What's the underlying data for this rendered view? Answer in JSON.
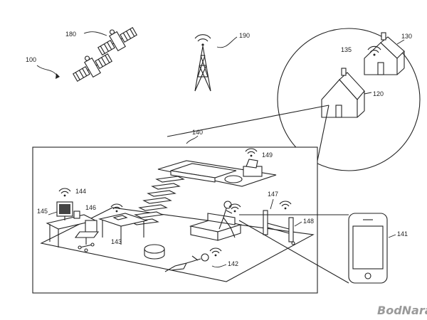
{
  "labels": {
    "system": "100",
    "house_main": "120",
    "house_remote": "130",
    "wifi_remote": "135",
    "home_interior": "140",
    "phone": "141",
    "person_floor": "142",
    "desk_small": "143",
    "wifi_desk": "144",
    "computer": "145",
    "chair": "146",
    "speakers": "147",
    "wall_device": "148",
    "laptop_table": "149",
    "satellites": "180",
    "tower": "190"
  },
  "watermark": "BodNara"
}
